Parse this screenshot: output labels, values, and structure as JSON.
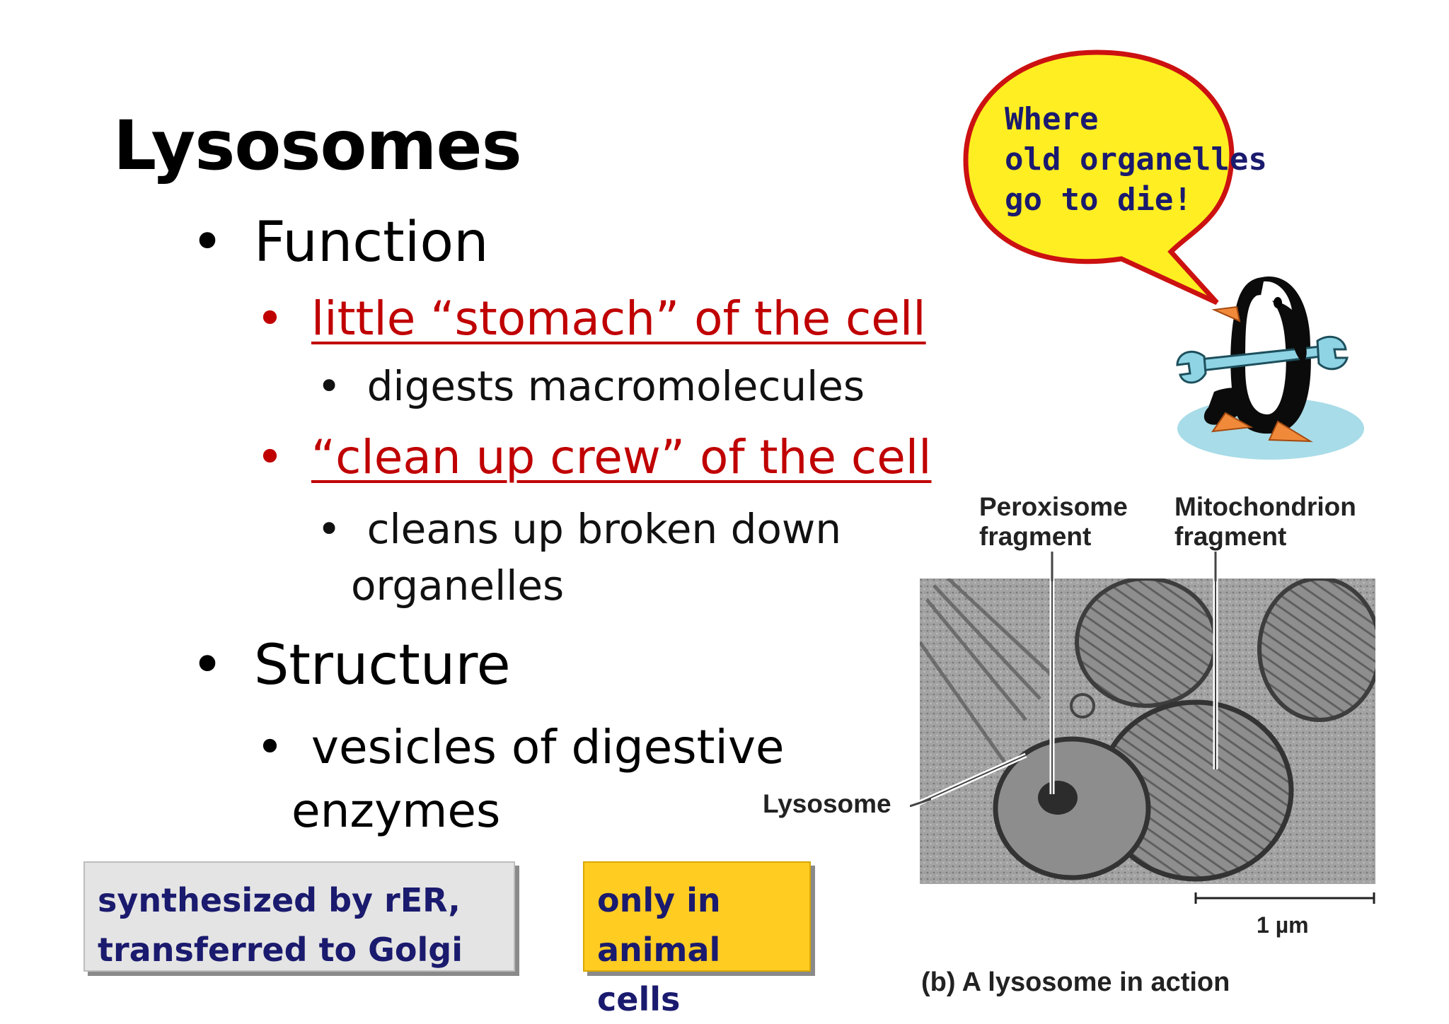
{
  "slide": {
    "title": "Lysosomes",
    "bullet_glyph": "•",
    "function": {
      "label": "Function",
      "point1": "little “stomach” of the cell",
      "point1_sub": "digests macromolecules",
      "point2": "“clean up crew” of the cell",
      "point2_sub_line1": "cleans up broken down",
      "point2_sub_line2": "organelles"
    },
    "structure": {
      "label": "Structure",
      "point_line1": "vesicles of digestive",
      "point_line2": "enzymes"
    }
  },
  "notes": {
    "gray_line1": "synthesized by rER,",
    "gray_line2": "transferred to Golgi",
    "yellow_line1": "only in",
    "yellow_line2": "animal cells"
  },
  "speech_bubble": {
    "line1": "Where",
    "line2": "old organelles",
    "line3": "go to die!"
  },
  "figure": {
    "label_peroxisome_1": "Peroxisome",
    "label_peroxisome_2": "fragment",
    "label_mito_1": "Mitochondrion",
    "label_mito_2": "fragment",
    "label_lysosome": "Lysosome",
    "scale_label": "1 µm",
    "caption": "(b) A lysosome in action"
  },
  "colors": {
    "accent_red": "#c00000",
    "note_text": "#1a1a6e",
    "bubble_fill": "#ffee22",
    "bubble_stroke": "#cc1111",
    "note_yellow": "#ffcc22",
    "note_gray": "#e4e4e4"
  },
  "icons": [
    "penguin-mascot-icon",
    "wrench-icon"
  ]
}
